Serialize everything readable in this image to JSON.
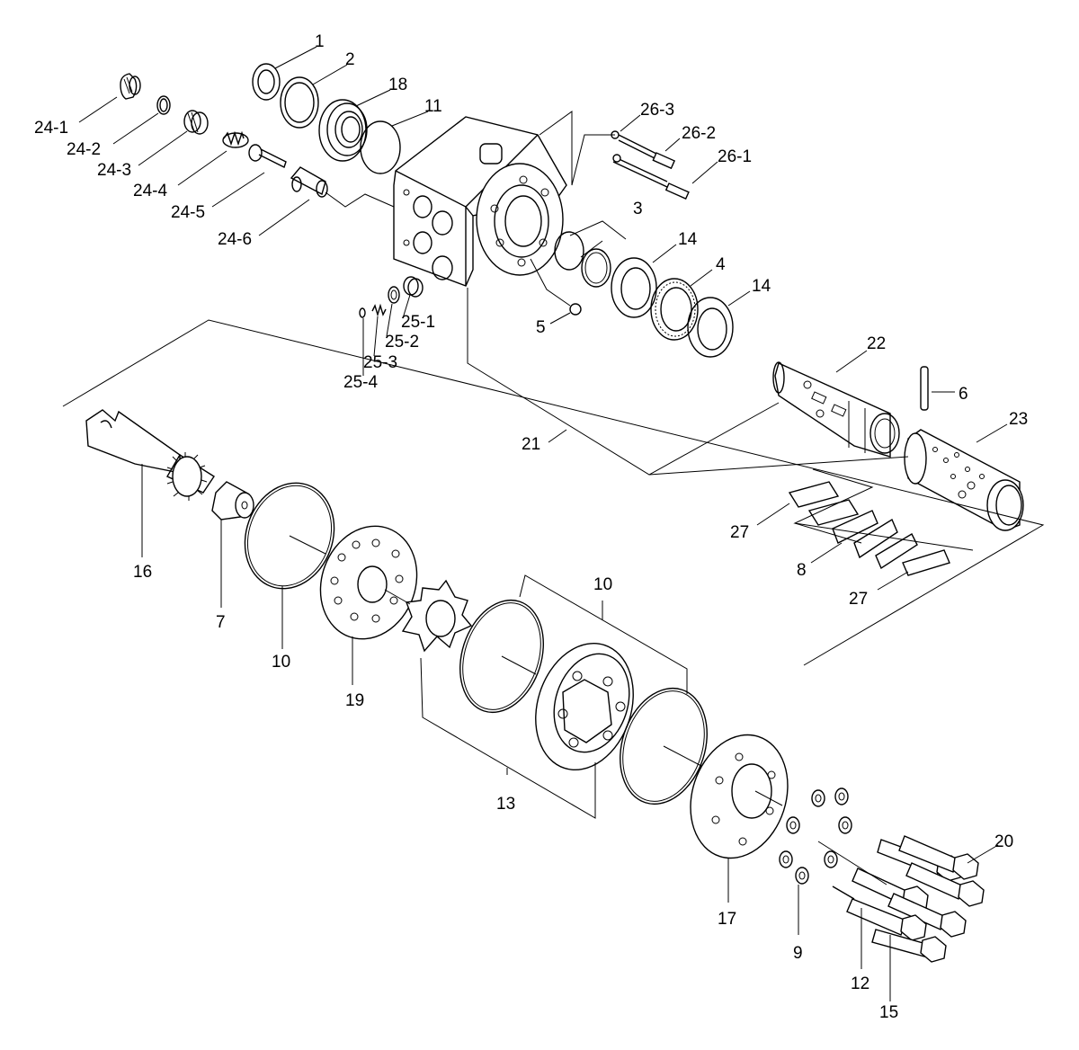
{
  "diagram": {
    "callouts": [
      {
        "id": "c1",
        "text": "1"
      },
      {
        "id": "c2",
        "text": "2"
      },
      {
        "id": "c18",
        "text": "18"
      },
      {
        "id": "c11",
        "text": "11"
      },
      {
        "id": "c24_1",
        "text": "24-1"
      },
      {
        "id": "c24_2",
        "text": "24-2"
      },
      {
        "id": "c24_3",
        "text": "24-3"
      },
      {
        "id": "c24_4",
        "text": "24-4"
      },
      {
        "id": "c24_5",
        "text": "24-5"
      },
      {
        "id": "c24_6",
        "text": "24-6"
      },
      {
        "id": "c26_3",
        "text": "26-3"
      },
      {
        "id": "c26_2",
        "text": "26-2"
      },
      {
        "id": "c26_1",
        "text": "26-1"
      },
      {
        "id": "c3",
        "text": "3"
      },
      {
        "id": "c14a",
        "text": "14"
      },
      {
        "id": "c4",
        "text": "4"
      },
      {
        "id": "c14b",
        "text": "14"
      },
      {
        "id": "c5",
        "text": "5"
      },
      {
        "id": "c25_1",
        "text": "25-1"
      },
      {
        "id": "c25_2",
        "text": "25-2"
      },
      {
        "id": "c25_3",
        "text": "25-3"
      },
      {
        "id": "c25_4",
        "text": "25-4"
      },
      {
        "id": "c22",
        "text": "22"
      },
      {
        "id": "c6",
        "text": "6"
      },
      {
        "id": "c21",
        "text": "21"
      },
      {
        "id": "c23",
        "text": "23"
      },
      {
        "id": "c27a",
        "text": "27"
      },
      {
        "id": "c8",
        "text": "8"
      },
      {
        "id": "c27b",
        "text": "27"
      },
      {
        "id": "c16",
        "text": "16"
      },
      {
        "id": "c7",
        "text": "7"
      },
      {
        "id": "c10a",
        "text": "10"
      },
      {
        "id": "c19",
        "text": "19"
      },
      {
        "id": "c10b",
        "text": "10"
      },
      {
        "id": "c13",
        "text": "13"
      },
      {
        "id": "c17",
        "text": "17"
      },
      {
        "id": "c9",
        "text": "9"
      },
      {
        "id": "c20",
        "text": "20"
      },
      {
        "id": "c12",
        "text": "12"
      },
      {
        "id": "c15",
        "text": "15"
      }
    ]
  }
}
